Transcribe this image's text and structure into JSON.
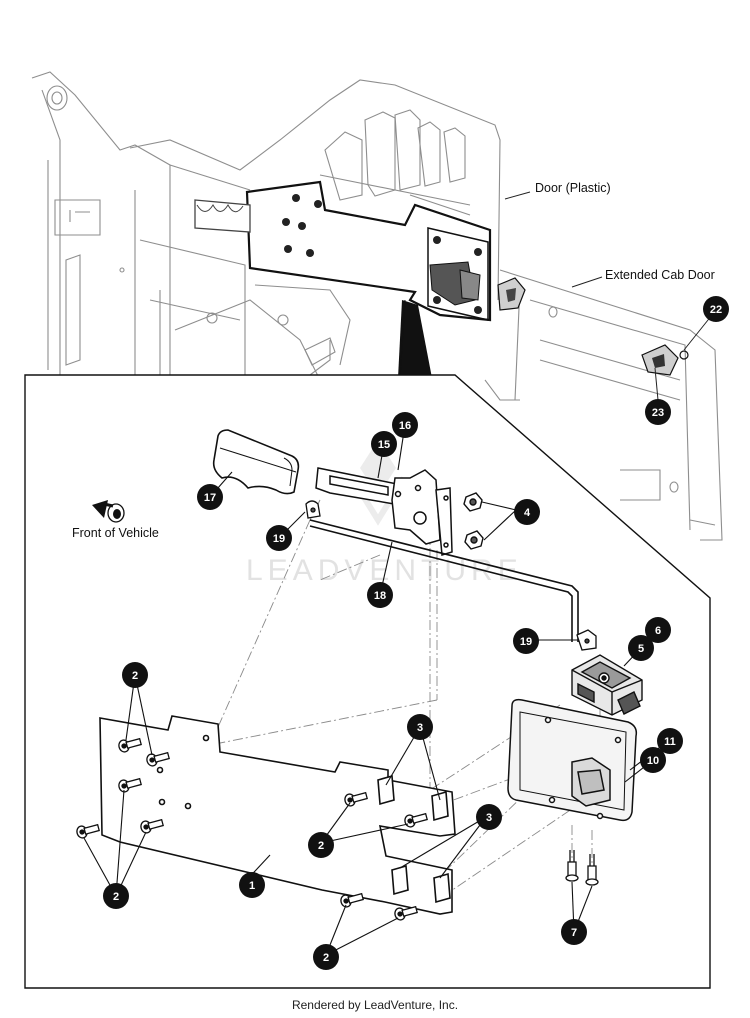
{
  "labels": {
    "door_plastic": "Door (Plastic)",
    "extended_cab_door": "Extended Cab Door",
    "front_of_vehicle": "Front of Vehicle"
  },
  "watermark": "LEADVENTURE",
  "footer": "Rendered by LeadVenture, Inc.",
  "callouts": [
    "1",
    "2",
    "3",
    "4",
    "5",
    "6",
    "7",
    "10",
    "11",
    "15",
    "16",
    "17",
    "18",
    "19",
    "22",
    "23"
  ],
  "colors": {
    "line": "#222222",
    "light_line": "#9a9a9a",
    "callout_fill": "#111111"
  }
}
